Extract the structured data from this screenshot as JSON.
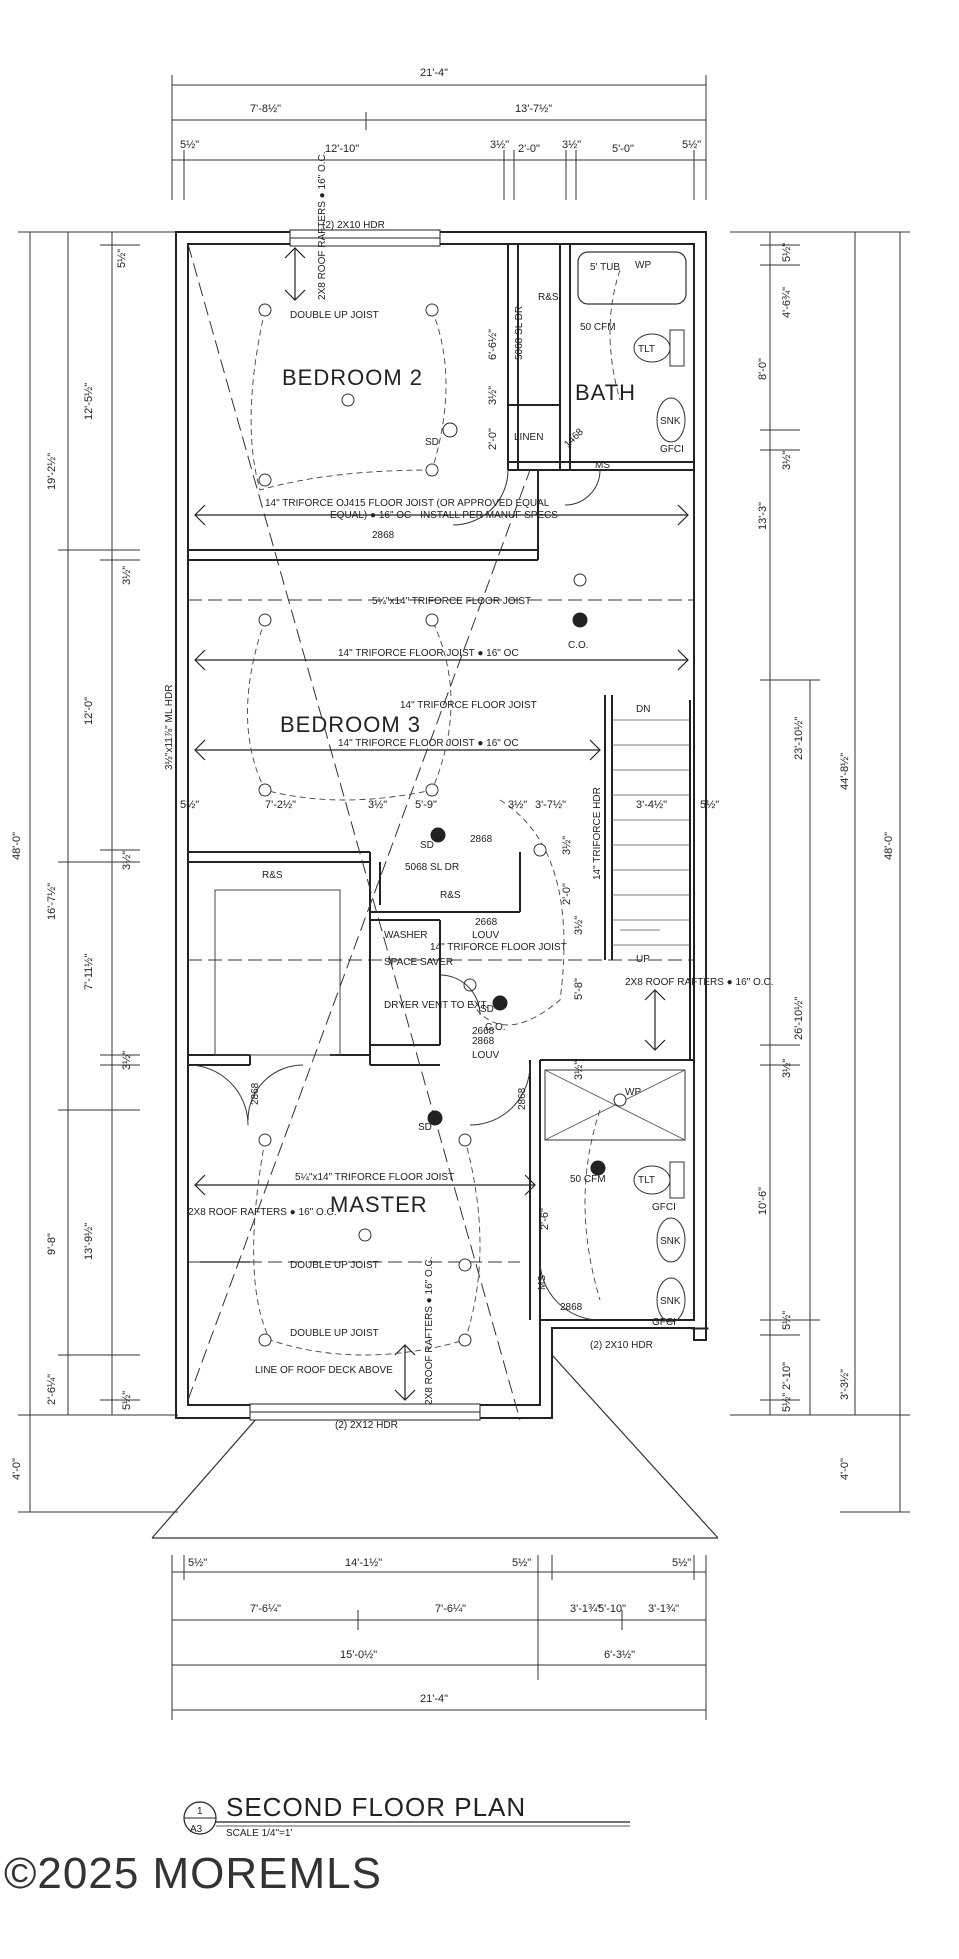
{
  "plan": {
    "title": "SECOND FLOOR PLAN",
    "scale": "SCALE 1/4\"=1'",
    "sheet_num": "1",
    "sheet": "A3",
    "watermark": "©2025 MOREMLS"
  },
  "rooms": {
    "bedroom2": "BEDROOM 2",
    "bedroom3": "BEDROOM 3",
    "master": "MASTER",
    "bath": "BATH",
    "linen": "LINEN"
  },
  "notes": {
    "hdr_top": "(2) 2X10 HDR",
    "hdr_bottom": "(2) 2X12 HDR",
    "hdr_right": "(2) 2X10 HDR",
    "rafters_1": "2X8 ROOF RAFTERS ● 16\" O.C.",
    "double_up_1": "DOUBLE UP JOIST",
    "double_up_2": "DOUBLE UP JOIST",
    "double_up_3": "DOUBLE UP JOIST",
    "joist_note_1": "14\" TRIFORCE OJ415 FLOOR JOIST (OR APPROVED EQUAL",
    "joist_note_2": "EQUAL) ● 16\" OC - INSTALL PER MANUF SPECS",
    "triforce_1": "5¼\"x14\" TRIFORCE FLOOR JOIST",
    "triforce_2": "14\" TRIFORCE FLOOR JOIST ● 16\" OC",
    "triforce_3": "14\" TRIFORCE FLOOR JOIST",
    "triforce_4": "14\" TRIFORCE FLOOR JOIST ● 16\" OC",
    "triforce_5": "14\" TRIFORCE FLOOR JOIST",
    "triforce_6": "5¼\"x14\" TRIFORCE FLOOR JOIST",
    "triforce_hdr": "14\" TRIFORCE HDR",
    "ml_hdr": "3½\"x11⅞\" ML HDR",
    "sl_dr_1": "5068 SL DR",
    "sl_dr_2": "5068 SL DR",
    "door_2868_a": "2868",
    "door_2868_b": "2868",
    "door_2868_c": "2868",
    "door_2868_d": "2868",
    "door_2868_e": "2868",
    "door_2868_f": "2868",
    "door_2668_a": "2668",
    "door_2668_b": "2668",
    "door_1468": "1468",
    "louv_1": "LOUV",
    "louv_2": "LOUV",
    "r_s_1": "R&S",
    "r_s_2": "R&S",
    "r_s_3": "R&S",
    "washer": "WASHER",
    "space_saver": "SPACE SAVER",
    "dryer": "DRYER VENT TO EXT.",
    "tub": "5' TUB",
    "tlt_1": "TLT",
    "tlt_2": "TLT",
    "snk_1": "SNK",
    "snk_2": "SNK",
    "snk_3": "SNK",
    "gfci_1": "GFCI",
    "gfci_2": "GFCI",
    "gfci_3": "GFCI",
    "cfm_1": "50 CFM",
    "cfm_2": "50 CFM",
    "wp_1": "WP",
    "wp_2": "WP",
    "sd_1": "SD",
    "sd_2": "SD",
    "sd_3": "SD",
    "sd_4": "SD",
    "co_1": "C.O.",
    "co_2": "C.O.",
    "ms_1": "MS",
    "ms_2": "MS",
    "dn": "DN",
    "up": "UP",
    "rafters_stair": "2X8 ROOF RAFTERS ● 16\" O.C.",
    "rafters_master": "2X8 ROOF RAFTERS ● 16\" O.C.",
    "rafters_bottom": "2X8 ROOF RAFTERS ● 16\" O.C.",
    "roof_line": "LINE OF ROOF DECK ABOVE"
  },
  "dims": {
    "top_overall": "21'-4\"",
    "top_a": "7'-8½\"",
    "top_b": "13'-7½\"",
    "top_c1": "5½\"",
    "top_c2": "12'-10\"",
    "top_c3": "3½\"",
    "top_c4": "2'-0\"",
    "top_c5": "3½\"",
    "top_c6": "5'-0\"",
    "top_c7": "5½\"",
    "left_overall": "48'-0\"",
    "left_a": "19'-2½\"",
    "left_b": "16'-7½\"",
    "left_c": "9'-8\"",
    "left_d": "2'-6¼\"",
    "left_e1": "5½\"",
    "left_e2": "12'-5½\"",
    "left_e3": "3½\"",
    "left_e4": "12'-0\"",
    "left_e5": "3½\"",
    "left_e6": "7'-11½\"",
    "left_e7": "3½\"",
    "left_e8": "13'-9½\"",
    "left_e9": "5½\"",
    "left_f": "4'-0\"",
    "right_overall": "48'-0\"",
    "right_a": "44'-8½\"",
    "right_b": "23'-10½\"",
    "right_c": "26'-10½\"",
    "right_d": "3'-3½\"",
    "right_e1": "5½\"",
    "right_e2": "4'-6¾\"",
    "right_e3": "8'-0\"",
    "right_e4": "3½\"",
    "right_e5": "13'-3\"",
    "right_e6": "3½\"",
    "right_e7": "10'-6\"",
    "right_e8": "5½\"",
    "right_e9": "2'-10\"",
    "right_e10": "5½\"",
    "right_f": "4'-0\"",
    "bot_a1": "5½\"",
    "bot_a2": "14'-1½\"",
    "bot_a3": "5½\"",
    "bot_a4": "5'-10\"",
    "bot_a5": "5½\"",
    "bot_b1": "7'-6¼\"",
    "bot_b2": "7'-6¼\"",
    "bot_b3": "3'-1¾\"",
    "bot_b4": "3'-1¾\"",
    "bot_c1": "15'-0½\"",
    "bot_c2": "6'-3½\"",
    "bot_overall": "21'-4\"",
    "int_1": "6'-6½\"",
    "int_2": "3½\"",
    "int_3": "2'-0\"",
    "int_4": "5½\"",
    "int_5": "7'-2½\"",
    "int_6": "3½\"",
    "int_7": "5'-9\"",
    "int_8": "3½\"",
    "int_9": "3'-7½\"",
    "int_10": "3'-4½\"",
    "int_11": "5½\"",
    "int_12": "2'-0\"",
    "int_13": "3½\"",
    "int_14": "3½\"",
    "int_15": "5'-8\"",
    "int_16": "3½\"",
    "int_17": "2'-6\""
  }
}
